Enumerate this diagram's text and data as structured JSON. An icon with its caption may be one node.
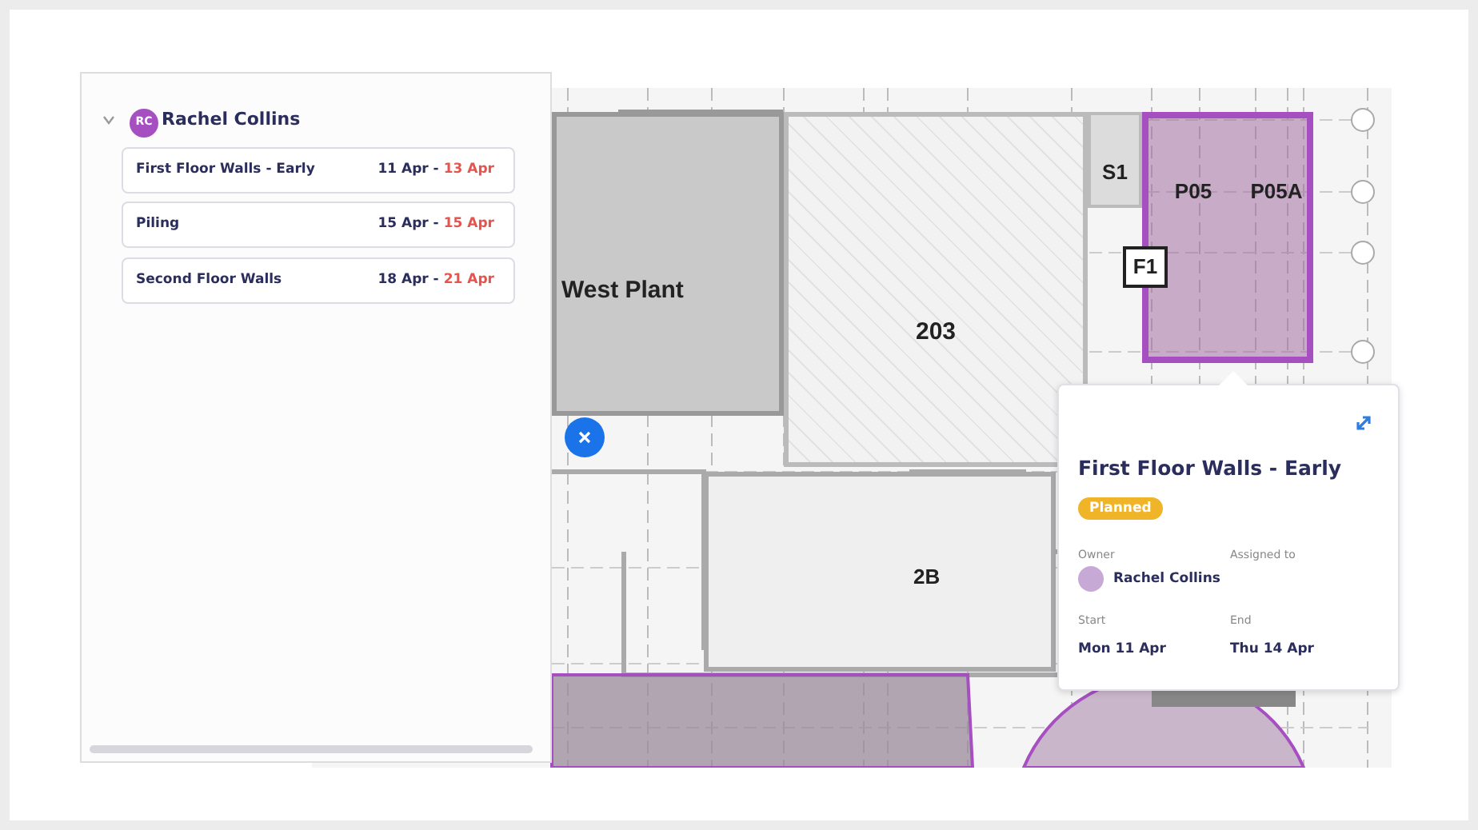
{
  "diagram": {
    "nodes": [
      {
        "text": [
          "Rachel Collins"
        ]
      },
      {
        "text": [
          "RC"
        ],
        "in": 0
      },
      {
        "text": [
          "First Floor Walls - Early",
          "11 Apr -",
          "13 Apr"
        ],
        "in": 0
      },
      {
        "text": [
          "Piling",
          "15 Apr -",
          "15 Apr"
        ],
        "in": 0
      },
      {
        "text": [
          "Second Floor Walls",
          "18 Apr -",
          "21 Apr"
        ],
        "in": 0
      },
      {
        "text": [
          "West Plant"
        ]
      },
      {
        "text": [
          "203"
        ]
      },
      {
        "text": [
          "S1"
        ]
      },
      {
        "text": [],
        "shape": "box"
      },
      {
        "text": [
          "P05"
        ],
        "in": 8
      },
      {
        "text": [
          "P05A"
        ],
        "in": 8
      },
      {
        "text": [
          "F1"
        ]
      },
      {
        "text": [
          "2B"
        ]
      },
      {
        "text": [
          "First Floor Walls - Early",
          "Planned",
          "Owner",
          "Rachel Collins",
          "Assigned to",
          "Start",
          "Mon 11 Apr",
          "End",
          "Thu 14 Apr"
        ]
      }
    ]
  }
}
